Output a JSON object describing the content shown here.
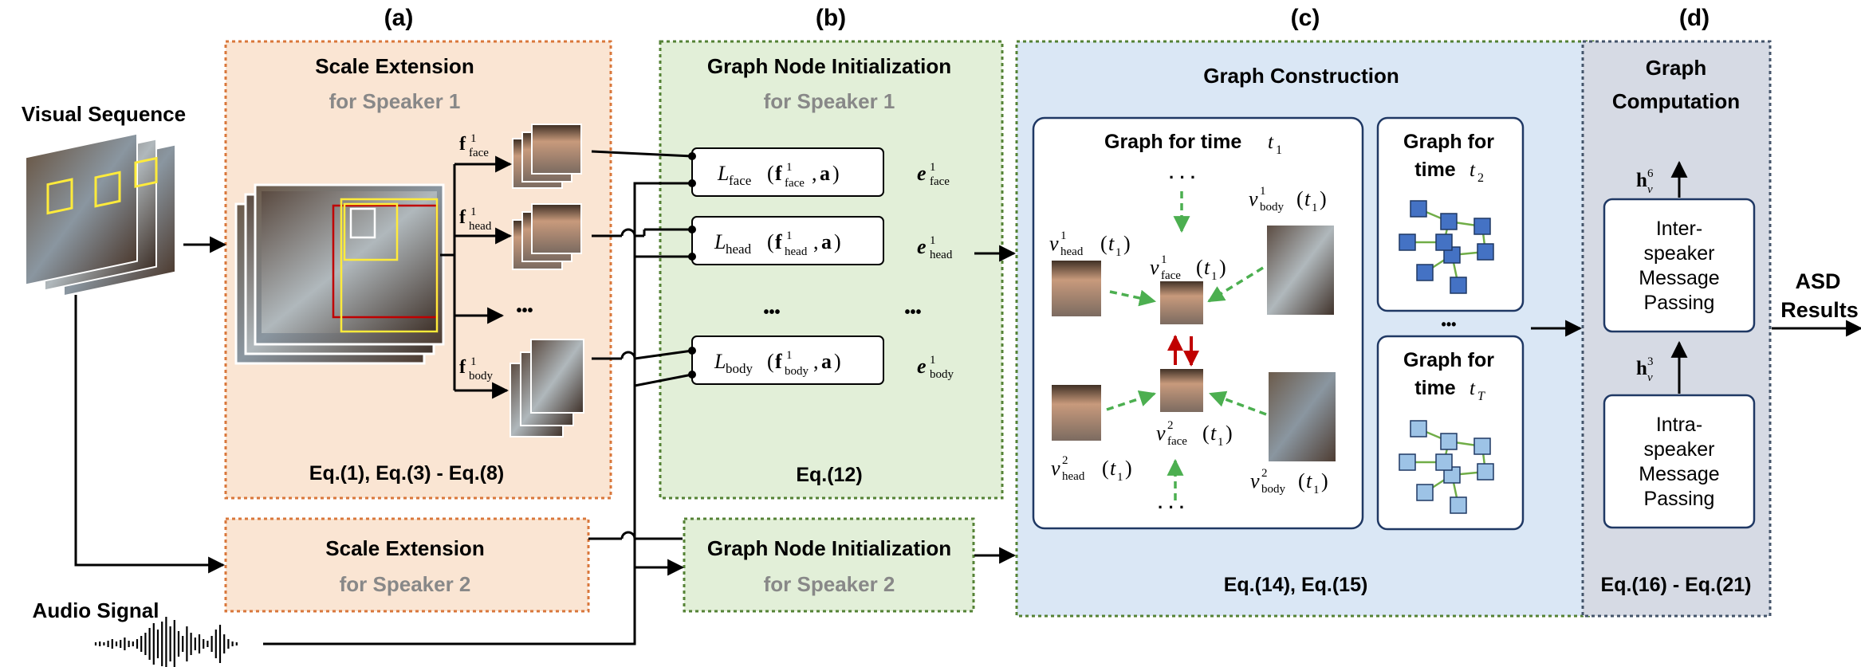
{
  "panels": {
    "a": {
      "letter": "(a)",
      "title": "Scale Extension",
      "subtitle": "for Speaker 1",
      "equation": "Eq.(1), Eq.(3) - Eq.(8)"
    },
    "a2": {
      "title": "Scale Extension",
      "subtitle": "for Speaker 2"
    },
    "b": {
      "letter": "(b)",
      "title": "Graph Node Initialization",
      "subtitle": "for Speaker 1",
      "equation": "Eq.(12)"
    },
    "b2": {
      "title": "Graph Node Initialization",
      "subtitle": "for Speaker 2"
    },
    "c": {
      "letter": "(c)",
      "title": "Graph Construction",
      "equation": "Eq.(14), Eq.(15)"
    },
    "d": {
      "letter": "(d)",
      "title_line1": "Graph",
      "title_line2": "Computation",
      "equation": "Eq.(16) - Eq.(21)"
    }
  },
  "inputs": {
    "visual": "Visual Sequence",
    "audio": "Audio Signal"
  },
  "output": {
    "line1": "ASD",
    "line2": "Results"
  },
  "features": {
    "face": "face",
    "head": "head",
    "body": "body",
    "sup": "1",
    "ellipsis": "•••"
  },
  "nodes": {
    "L": "L",
    "f": "f",
    "a": "a",
    "e": "e",
    "ellipsis": "•••"
  },
  "graph_t1": {
    "title": "Graph for time ",
    "time": "t",
    "time_sub": "1",
    "v": "v",
    "dots": "· · ·",
    "labels": {
      "face1": "face",
      "face2": "face",
      "head1": "head",
      "head2": "head",
      "body1": "body",
      "body2": "body"
    },
    "sups": {
      "one": "1",
      "two": "2"
    }
  },
  "graph_t2": {
    "line1": "Graph for",
    "line2": "time ",
    "time_sub": "2"
  },
  "graph_tT": {
    "line1": "Graph for",
    "line2": "time ",
    "time_sub": "T"
  },
  "small_dots": "•••",
  "computation": {
    "inter": [
      "Inter-",
      "speaker",
      "Message",
      "Passing"
    ],
    "intra": [
      "Intra-",
      "speaker",
      "Message",
      "Passing"
    ],
    "h": "h",
    "h_top_sup": "6",
    "h_bottom_sup": "3",
    "h_sub": "v"
  },
  "colors": {
    "panel_a_fill": "#fae5d3",
    "panel_a_border": "#d9773b",
    "panel_b_fill": "#e2efd8",
    "panel_b_border": "#548235",
    "panel_c_fill": "#dae7f5",
    "panel_c_border": "#548235",
    "panel_d_fill": "#d6dae4",
    "panel_d_border": "#44546a",
    "graph_dark": "#4472c4",
    "graph_light": "#9dc3e6",
    "edge_green": "#70ad47",
    "edge_red": "#c00000"
  }
}
